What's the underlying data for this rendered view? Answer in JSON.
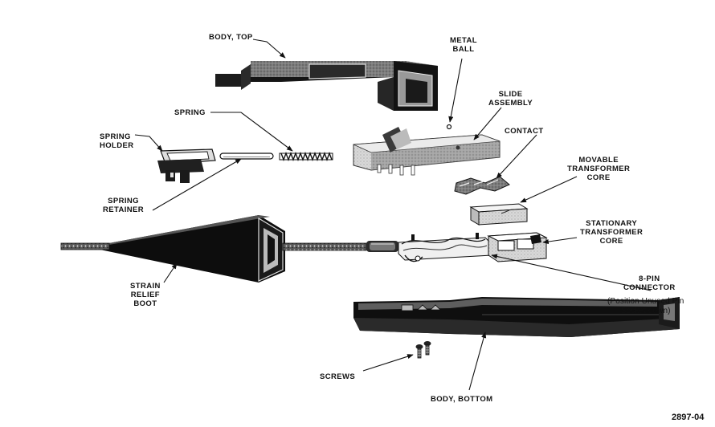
{
  "labels": {
    "body_top": "BODY, TOP",
    "metal_ball": "METAL\nBALL",
    "slide_assembly": "SLIDE\nASSEMBLY",
    "spring": "SPRING",
    "spring_holder": "SPRING\nHOLDER",
    "contact": "CONTACT",
    "movable_core": "MOVABLE\nTRANSFORMER\nCORE",
    "spring_retainer": "SPRING\nRETAINER",
    "stationary_core": "STATIONARY\nTRANSFORMER\nCORE",
    "strain_relief_boot": "STRAIN\nRELIEF\nBOOT",
    "connector": "8-PIN\nCONNECTOR",
    "connector_note": "(Position Unused Pin\nSocket down)",
    "screws": "SCREWS",
    "body_bottom": "BODY, BOTTOM"
  },
  "figure_number": "2897-04"
}
